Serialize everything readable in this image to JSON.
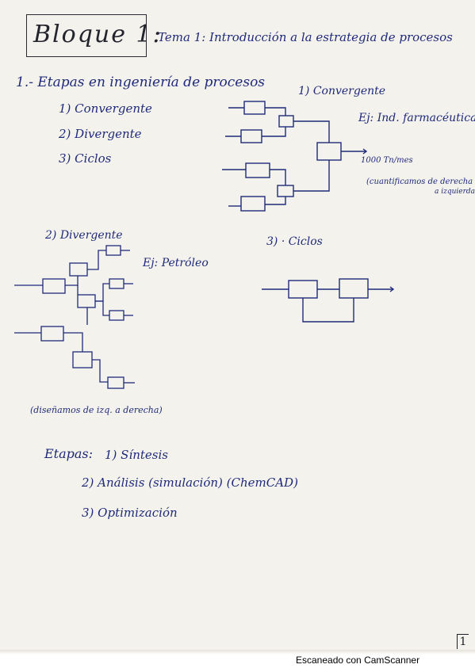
{
  "header": {
    "title": "Bloque 1:",
    "subtitle": "Tema 1: Introducción a la estrategia de procesos"
  },
  "section1": {
    "heading": "1.- Etapas en ingeniería de procesos",
    "items": [
      "1) Convergente",
      "2) Divergente",
      "3) Ciclos"
    ]
  },
  "convergente": {
    "label": "1) Convergente",
    "example": "Ej: Ind. farmacéutica",
    "output": "1000 Tn/mes",
    "note": [
      "(cuantificamos de derecha",
      "a izquierda)"
    ]
  },
  "divergente": {
    "label": "2) Divergente",
    "example": "Ej: Petróleo",
    "note": "(diseñamos de izq. a derecha)"
  },
  "ciclos": {
    "label": "3) · Ciclos"
  },
  "etapas": {
    "label": "Etapas:",
    "items": [
      "1) Síntesis",
      "2) Análisis (simulación) (ChemCAD)",
      "3) Optimización"
    ]
  },
  "page_number": "1",
  "footer": "Escaneado con CamScanner",
  "colors": {
    "ink": "#1f2a7a",
    "pencil": "#23242e",
    "paper": "#f4f2ec"
  }
}
